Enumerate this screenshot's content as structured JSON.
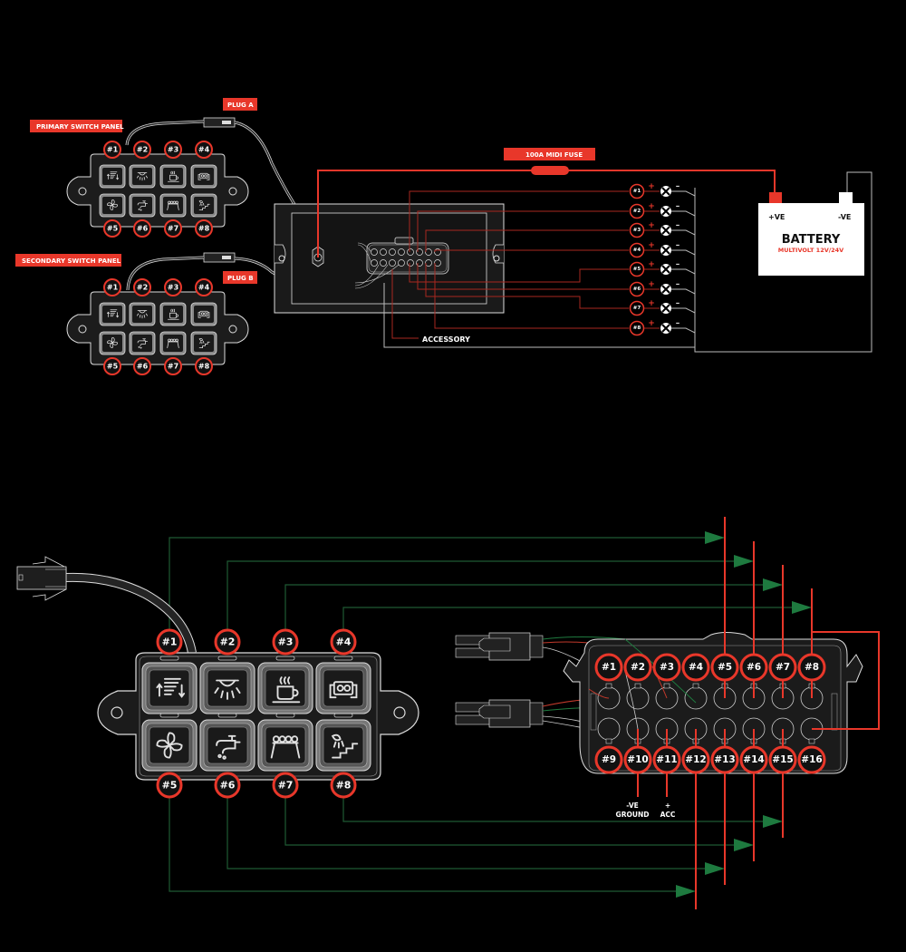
{
  "colors": {
    "background": "#000000",
    "accent_red": "#e8372a",
    "wire_red": "#a8271f",
    "wire_green": "#1f5a33",
    "arrow_green": "#1e7a3f",
    "line_white": "#d9d9d9",
    "panel_fill": "#262626"
  },
  "top_diagram": {
    "primary_panel": {
      "label": "PRIMARY SWITCH PANEL",
      "plug_label": "PLUG A",
      "switch_numbers": [
        "#1",
        "#2",
        "#3",
        "#4",
        "#5",
        "#6",
        "#7",
        "#8"
      ]
    },
    "secondary_panel": {
      "label": "SECONDARY SWITCH PANEL",
      "plug_label": "PLUG B",
      "switch_numbers": [
        "#1",
        "#2",
        "#3",
        "#4",
        "#5",
        "#6",
        "#7",
        "#8"
      ]
    },
    "fuse_label": "100A MIDI FUSE",
    "accessory_label": "ACCESSORY",
    "outputs": [
      "#1",
      "#2",
      "#3",
      "#4",
      "#5",
      "#6",
      "#7",
      "#8"
    ],
    "plus_sign": "+",
    "minus_sign": "–",
    "battery": {
      "title": "BATTERY",
      "subtitle": "MULTIVOLT 12V/24V",
      "positive": "+VE",
      "negative": "-VE"
    }
  },
  "bottom_diagram": {
    "switch_numbers": [
      "#1",
      "#2",
      "#3",
      "#4",
      "#5",
      "#6",
      "#7",
      "#8"
    ],
    "switch_icons": [
      "light-bar-icon",
      "dome-light-icon",
      "coffee-icon",
      "compressor-icon",
      "fan-icon",
      "water-tap-icon",
      "light-rack-icon",
      "shower-step-icon"
    ],
    "connector_pins_top": [
      "#1",
      "#2",
      "#3",
      "#4",
      "#5",
      "#6",
      "#7",
      "#8"
    ],
    "connector_pins_bottom": [
      "#9",
      "#10",
      "#11",
      "#12",
      "#13",
      "#14",
      "#15",
      "#16"
    ],
    "ground_label_line1": "-VE",
    "ground_label_line2": "GROUND",
    "acc_label_line1": "+",
    "acc_label_line2": "ACC"
  }
}
